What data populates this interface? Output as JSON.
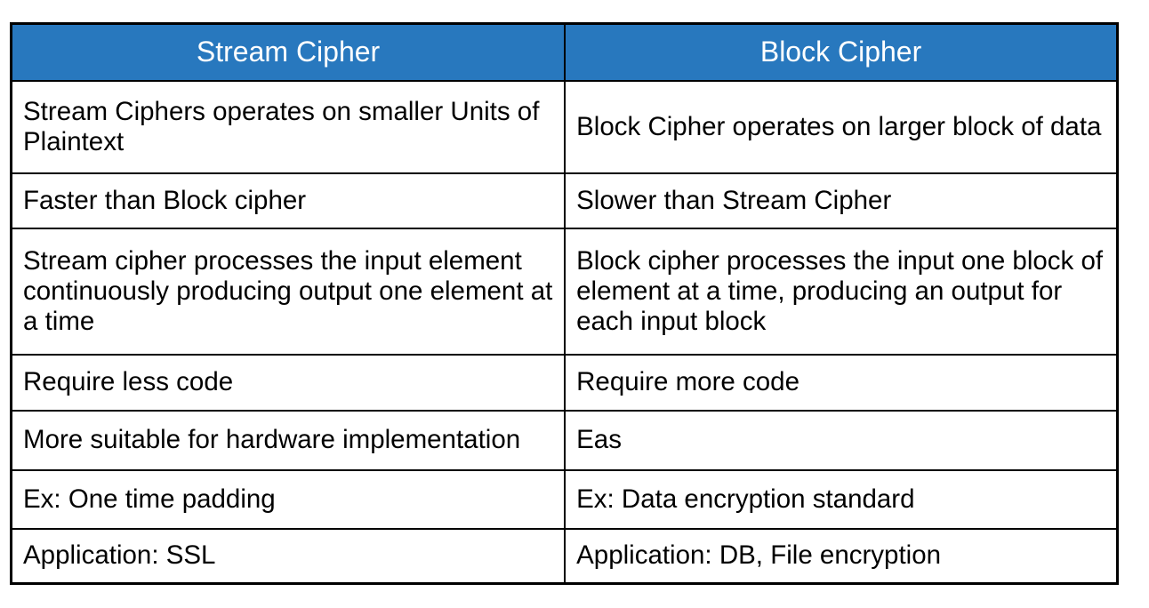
{
  "table": {
    "headers": [
      {
        "label": "Stream Cipher"
      },
      {
        "label": "Block Cipher"
      }
    ],
    "rows": [
      [
        "Stream Ciphers operates on smaller Units of Plaintext",
        "Block Cipher operates on larger block of data"
      ],
      [
        "Faster than Block cipher",
        "Slower than Stream Cipher"
      ],
      [
        "Stream cipher processes the input element continuously producing output one element at a time",
        "Block cipher processes the input one block of element at a time, producing an output for each input block"
      ],
      [
        "Require less code",
        "Require more code"
      ],
      [
        "More suitable for hardware implementation",
        "Eas"
      ],
      [
        "Ex: One time padding",
        "Ex: Data encryption standard"
      ],
      [
        "Application: SSL",
        "Application: DB, File encryption"
      ]
    ],
    "colors": {
      "header_bg": "#2878BE",
      "header_text": "#FFFFFF",
      "body_text": "#000000",
      "border": "#000000",
      "page_bg": "#FFFFFF"
    }
  }
}
